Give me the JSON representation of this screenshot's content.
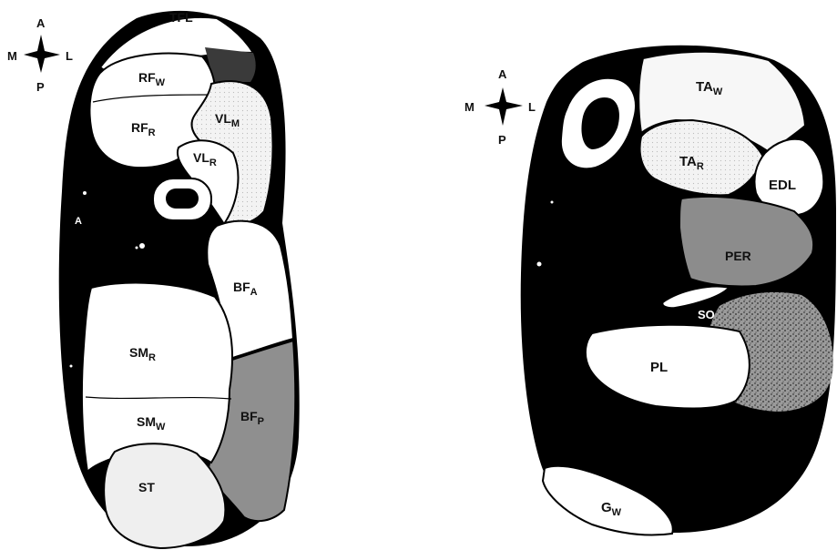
{
  "compass": {
    "anterior": "A",
    "posterior": "P",
    "medial": "M",
    "lateral": "L"
  },
  "thigh": {
    "labels": {
      "tfl": "TFL",
      "rf_w": {
        "base": "RF",
        "sub": "W"
      },
      "rf_r": {
        "base": "RF",
        "sub": "R"
      },
      "vl_m": {
        "base": "VL",
        "sub": "M"
      },
      "vl_r": {
        "base": "VL",
        "sub": "R"
      },
      "a": "A",
      "bf_a": {
        "base": "BF",
        "sub": "A"
      },
      "sm_r": {
        "base": "SM",
        "sub": "R"
      },
      "sm_w": {
        "base": "SM",
        "sub": "W"
      },
      "bf_p": {
        "base": "BF",
        "sub": "P"
      },
      "st": "ST"
    }
  },
  "leg": {
    "labels": {
      "ta_w": {
        "base": "TA",
        "sub": "W"
      },
      "ta_r": {
        "base": "TA",
        "sub": "R"
      },
      "edl": "EDL",
      "per": "PER",
      "so": "SO",
      "pl": "PL",
      "g_w": {
        "base": "G",
        "sub": "W"
      }
    }
  },
  "colors": {
    "outline": "#000000",
    "white_muscle": "#ffffff",
    "light_muscle": "#f1f1f1",
    "gray_muscle": "#8f8f8f",
    "dark_wedge": "#3a3a3a",
    "speckle": "#6a6a6a"
  }
}
